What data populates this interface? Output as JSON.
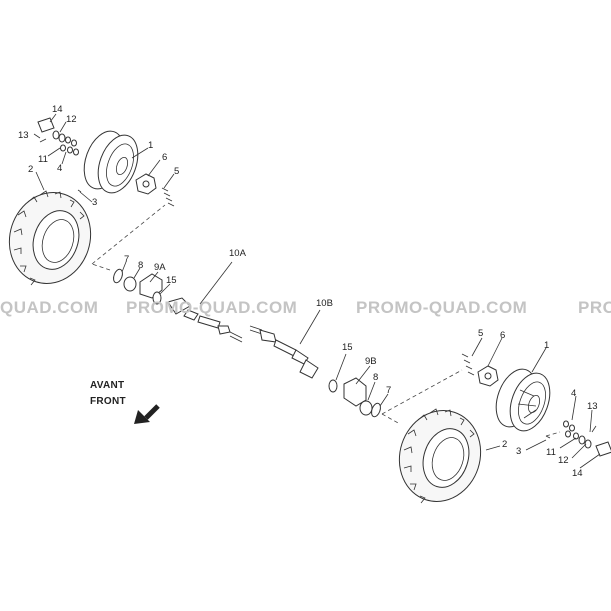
{
  "watermark": {
    "left": "QUAD.COM",
    "center": "PROMO-QUAD.COM",
    "right_center": "PROMO-QUAD.COM",
    "right_edge": "PRO"
  },
  "direction": {
    "fr": "AVANT",
    "en": "FRONT",
    "arrow_icon": "arrow-down-left-icon"
  },
  "callouts_left": [
    "14",
    "12",
    "13",
    "11",
    "4",
    "1",
    "6",
    "5",
    "2",
    "3",
    "10A",
    "7",
    "8",
    "9A",
    "15"
  ],
  "callouts_right": [
    "10B",
    "15",
    "9B",
    "8",
    "7",
    "5",
    "6",
    "1",
    "4",
    "13",
    "2",
    "3",
    "11",
    "12",
    "14"
  ]
}
